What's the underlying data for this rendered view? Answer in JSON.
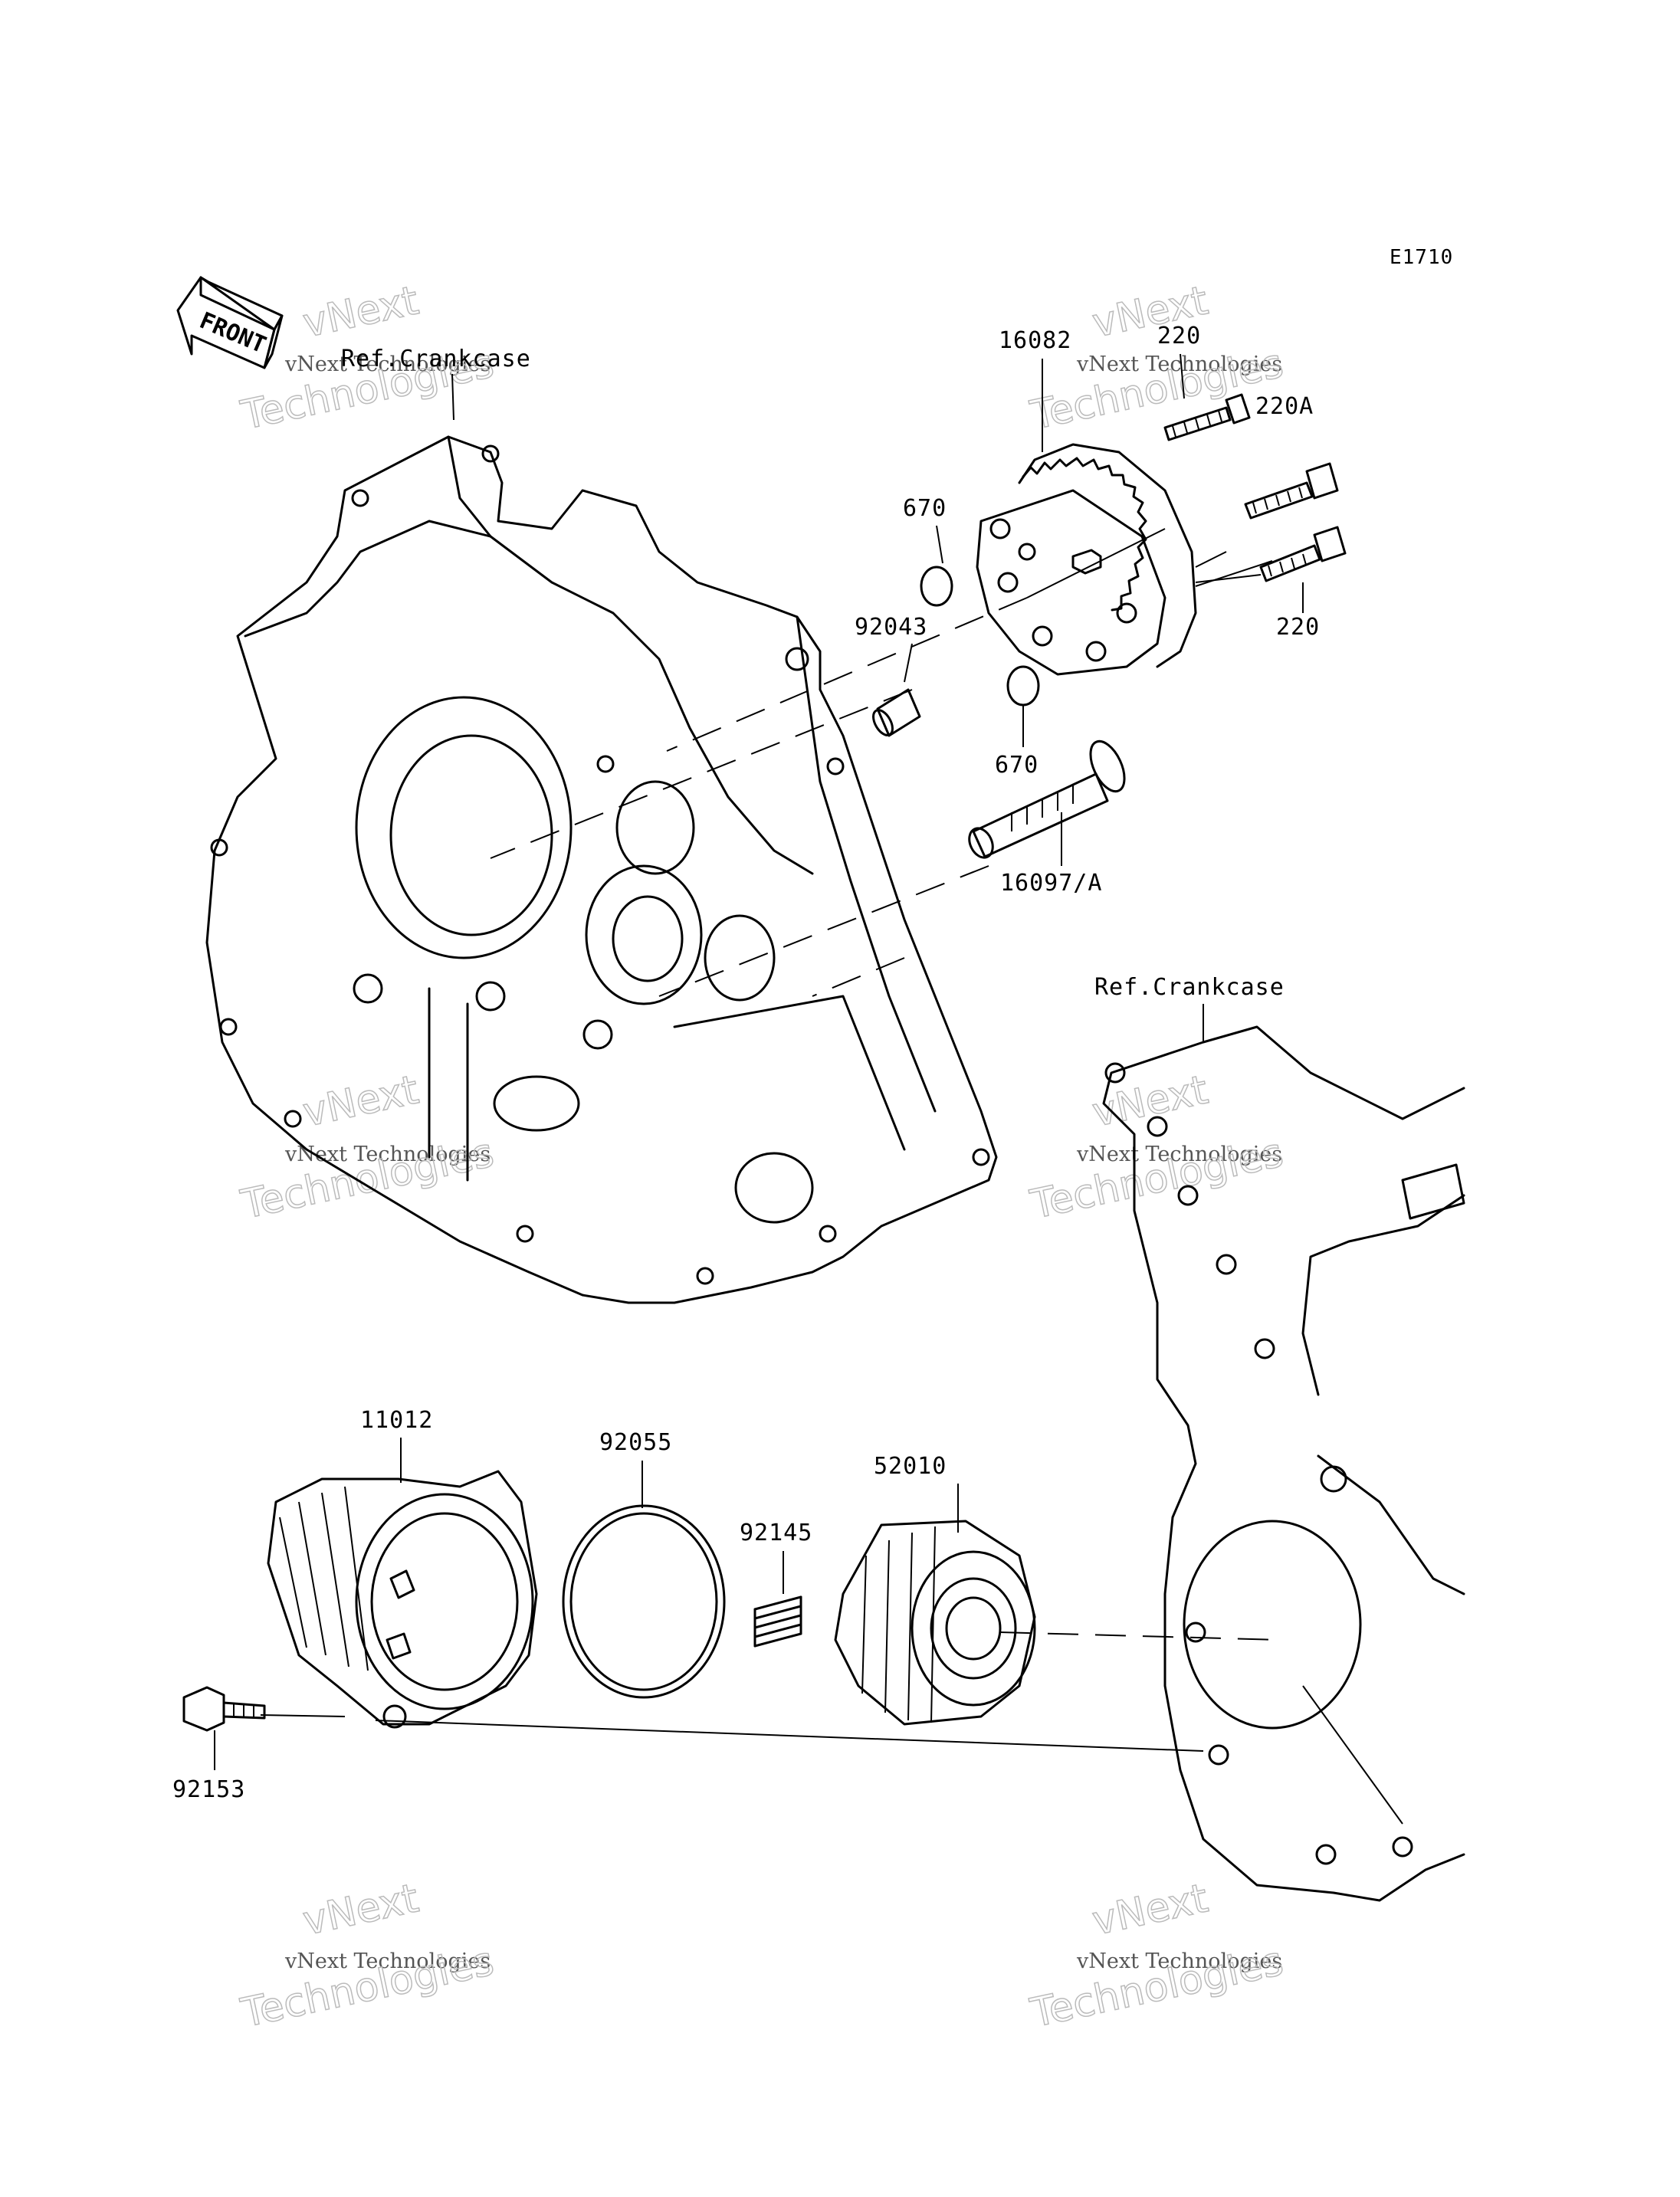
{
  "diagram_code": "E1710",
  "front_label": "FRONT",
  "ref_labels": [
    "Ref.Crankcase",
    "Ref.Crankcase"
  ],
  "parts": [
    {
      "id": "220",
      "label": "220"
    },
    {
      "id": "16082",
      "label": "16082"
    },
    {
      "id": "220A",
      "label": "220A"
    },
    {
      "id": "670-top",
      "label": "670"
    },
    {
      "id": "220-lower",
      "label": "220"
    },
    {
      "id": "92043",
      "label": "92043"
    },
    {
      "id": "670-bottom",
      "label": "670"
    },
    {
      "id": "16097A",
      "label": "16097/A"
    },
    {
      "id": "11012",
      "label": "11012"
    },
    {
      "id": "92055",
      "label": "92055"
    },
    {
      "id": "52010",
      "label": "52010"
    },
    {
      "id": "92145",
      "label": "92145"
    },
    {
      "id": "92153",
      "label": "92153"
    }
  ],
  "watermark": {
    "line1": "vNext",
    "line2": "vNext Technologies",
    "line3": "Technologies"
  }
}
